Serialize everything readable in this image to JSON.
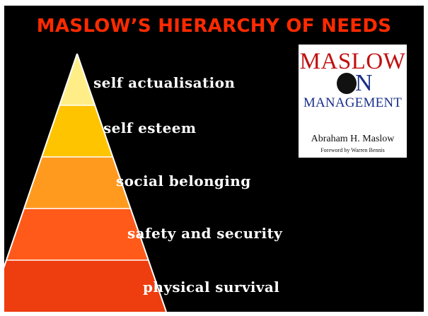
{
  "title": "MASLOW’S HIERARCHY OF NEEDS",
  "pyramid": {
    "levels": [
      {
        "label": "self actualisation",
        "color": "#ffee88"
      },
      {
        "label": "self esteem",
        "color": "#ffc400"
      },
      {
        "label": "social belonging",
        "color": "#ff9a1f"
      },
      {
        "label": "safety and security",
        "color": "#ff5a1a"
      },
      {
        "label": "physical survival",
        "color": "#ee3d0e"
      }
    ]
  },
  "book": {
    "title_line1": "MASLOW",
    "title_on": "N",
    "title_line2": "MANAGEMENT",
    "author": "Abraham H. Maslow",
    "foreword": "Foreword by Warren Bennis"
  },
  "colors": {
    "background": "#000000",
    "title": "#ff2a00",
    "outline": "#ffffff"
  }
}
